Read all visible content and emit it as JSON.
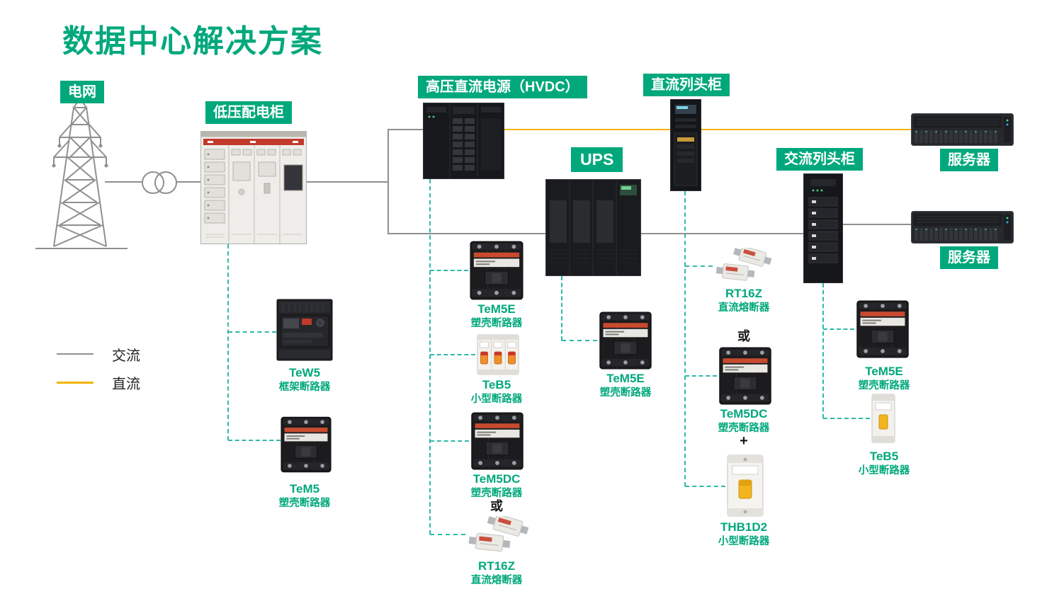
{
  "title": "数据中心解决方案",
  "colors": {
    "accent": "#00a87c",
    "dash": "#2fb9a8",
    "ac_line": "#8f8f8f",
    "dc_line": "#f2b400"
  },
  "legend": {
    "items": [
      {
        "label": "交流"
      },
      {
        "label": "直流"
      }
    ]
  },
  "nodes": {
    "grid": "电网",
    "lv_cabinet": "低压配电柜",
    "hvdc": "高压直流电源（HVDC）",
    "dc_row": "直流列头柜",
    "ups": "UPS",
    "ac_row": "交流列头柜",
    "server_dc": "服务器",
    "server_ac": "服务器"
  },
  "words": {
    "or": "或",
    "plus": "+"
  },
  "products": {
    "lv_feeder": [
      {
        "name": "TeW5",
        "type": "框架断路器"
      },
      {
        "name": "TeM5",
        "type": "塑壳断路器"
      }
    ],
    "hvdc_feeder": [
      {
        "name": "TeM5E",
        "type": "塑壳断路器"
      },
      {
        "name": "TeB5",
        "type": "小型断路器"
      },
      {
        "name": "TeM5DC",
        "type": "塑壳断路器"
      },
      {
        "name": "RT16Z",
        "type": "直流熔断器"
      }
    ],
    "ups_feeder": [
      {
        "name": "TeM5E",
        "type": "塑壳断路器"
      }
    ],
    "dc_row_feeder": [
      {
        "name": "RT16Z",
        "type": "直流熔断器"
      },
      {
        "name": "TeM5DC",
        "type": "塑壳断路器"
      },
      {
        "name": "THB1D2",
        "type": "小型断路器"
      }
    ],
    "ac_row_feeder": [
      {
        "name": "TeM5E",
        "type": "塑壳断路器"
      },
      {
        "name": "TeB5",
        "type": "小型断路器"
      }
    ]
  }
}
